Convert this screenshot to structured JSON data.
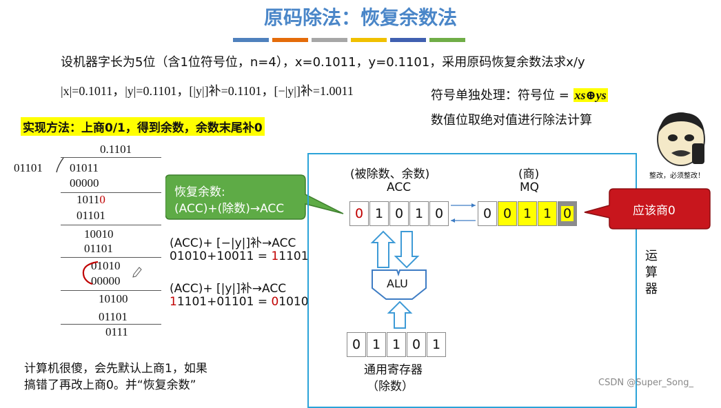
{
  "title": "原码除法：恢复余数法",
  "title_bar_colors": [
    "#4f81bd",
    "#e46c0a",
    "#a6a6a6",
    "#f0c000",
    "#4060b0",
    "#70ad47"
  ],
  "problem": "设机器字长为5位（含1位符号位，n=4），x=0.1011，y=0.1101，采用原码恢复余数法求x/y",
  "values_line": "|x|=0.1011，|y|=0.1101，[|y|]补=0.1101，[−|y|]补=1.0011",
  "sign": {
    "prefix": "符号单独处理：符号位 = ",
    "formula": "xs⊕ys",
    "line2": "数值位取绝对值进行除法计算"
  },
  "method": "实现方法：上商0/1，得到余数，余数末尾补0",
  "meme_caption": "整改，必须整改！",
  "long_division": {
    "quotient": "0.1101",
    "divisor": "01101",
    "rows": [
      "01011",
      "00000",
      "10110",
      "01101",
      "10010",
      "01101",
      "01010",
      "00000",
      "10100",
      "01101",
      "0111"
    ]
  },
  "callout_restore": {
    "line1": "恢复余数:",
    "line2": "(ACC)+(除数)→ACC"
  },
  "step1": {
    "label": "(ACC)+ [−|y|]补→ACC",
    "calc_a": "01010+10011 = ",
    "calc_red": "1",
    "calc_b": "1101"
  },
  "step2": {
    "label": "(ACC)+ [|y|]补→ACC",
    "calc_red": "1",
    "calc_a": "1101+01101 = ",
    "calc_red2": "0",
    "calc_b": "1010"
  },
  "alu_block": {
    "acc_header": "(被除数、余数)",
    "acc_label": "ACC",
    "mq_header": "(商)",
    "mq_label": "MQ",
    "acc_bits": [
      "0",
      "1",
      "0",
      "1",
      "0"
    ],
    "mq_bits": [
      "0",
      "0",
      "1",
      "1",
      "0"
    ],
    "alu_label": "ALU",
    "reg_bits": [
      "0",
      "1",
      "1",
      "0",
      "1"
    ],
    "reg_label": "通用寄存器",
    "reg_sub": "（除数）",
    "side_label": "运算器"
  },
  "callout_quotient": "应该商0",
  "note": {
    "line1": "计算机很傻，会先默认上商1，如果",
    "line2": "搞错了再改上商0。并“恢复余数”"
  },
  "watermark": "CSDN @Super_Song_"
}
